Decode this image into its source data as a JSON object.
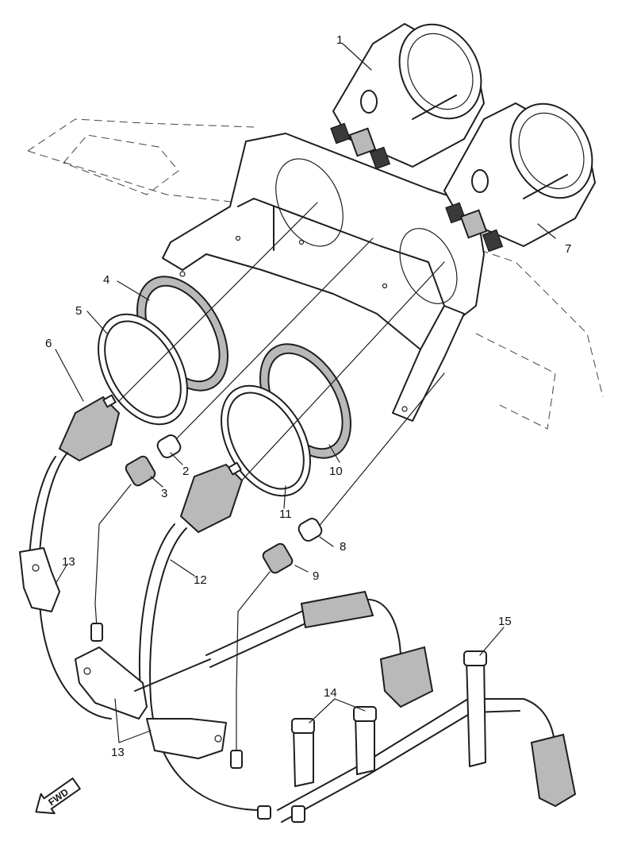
{
  "callouts": [
    "1",
    "2",
    "3",
    "4",
    "5",
    "6",
    "7",
    "8",
    "9",
    "10",
    "11",
    "12",
    "13",
    "13",
    "14",
    "15"
  ],
  "fwd_label": "FWD"
}
